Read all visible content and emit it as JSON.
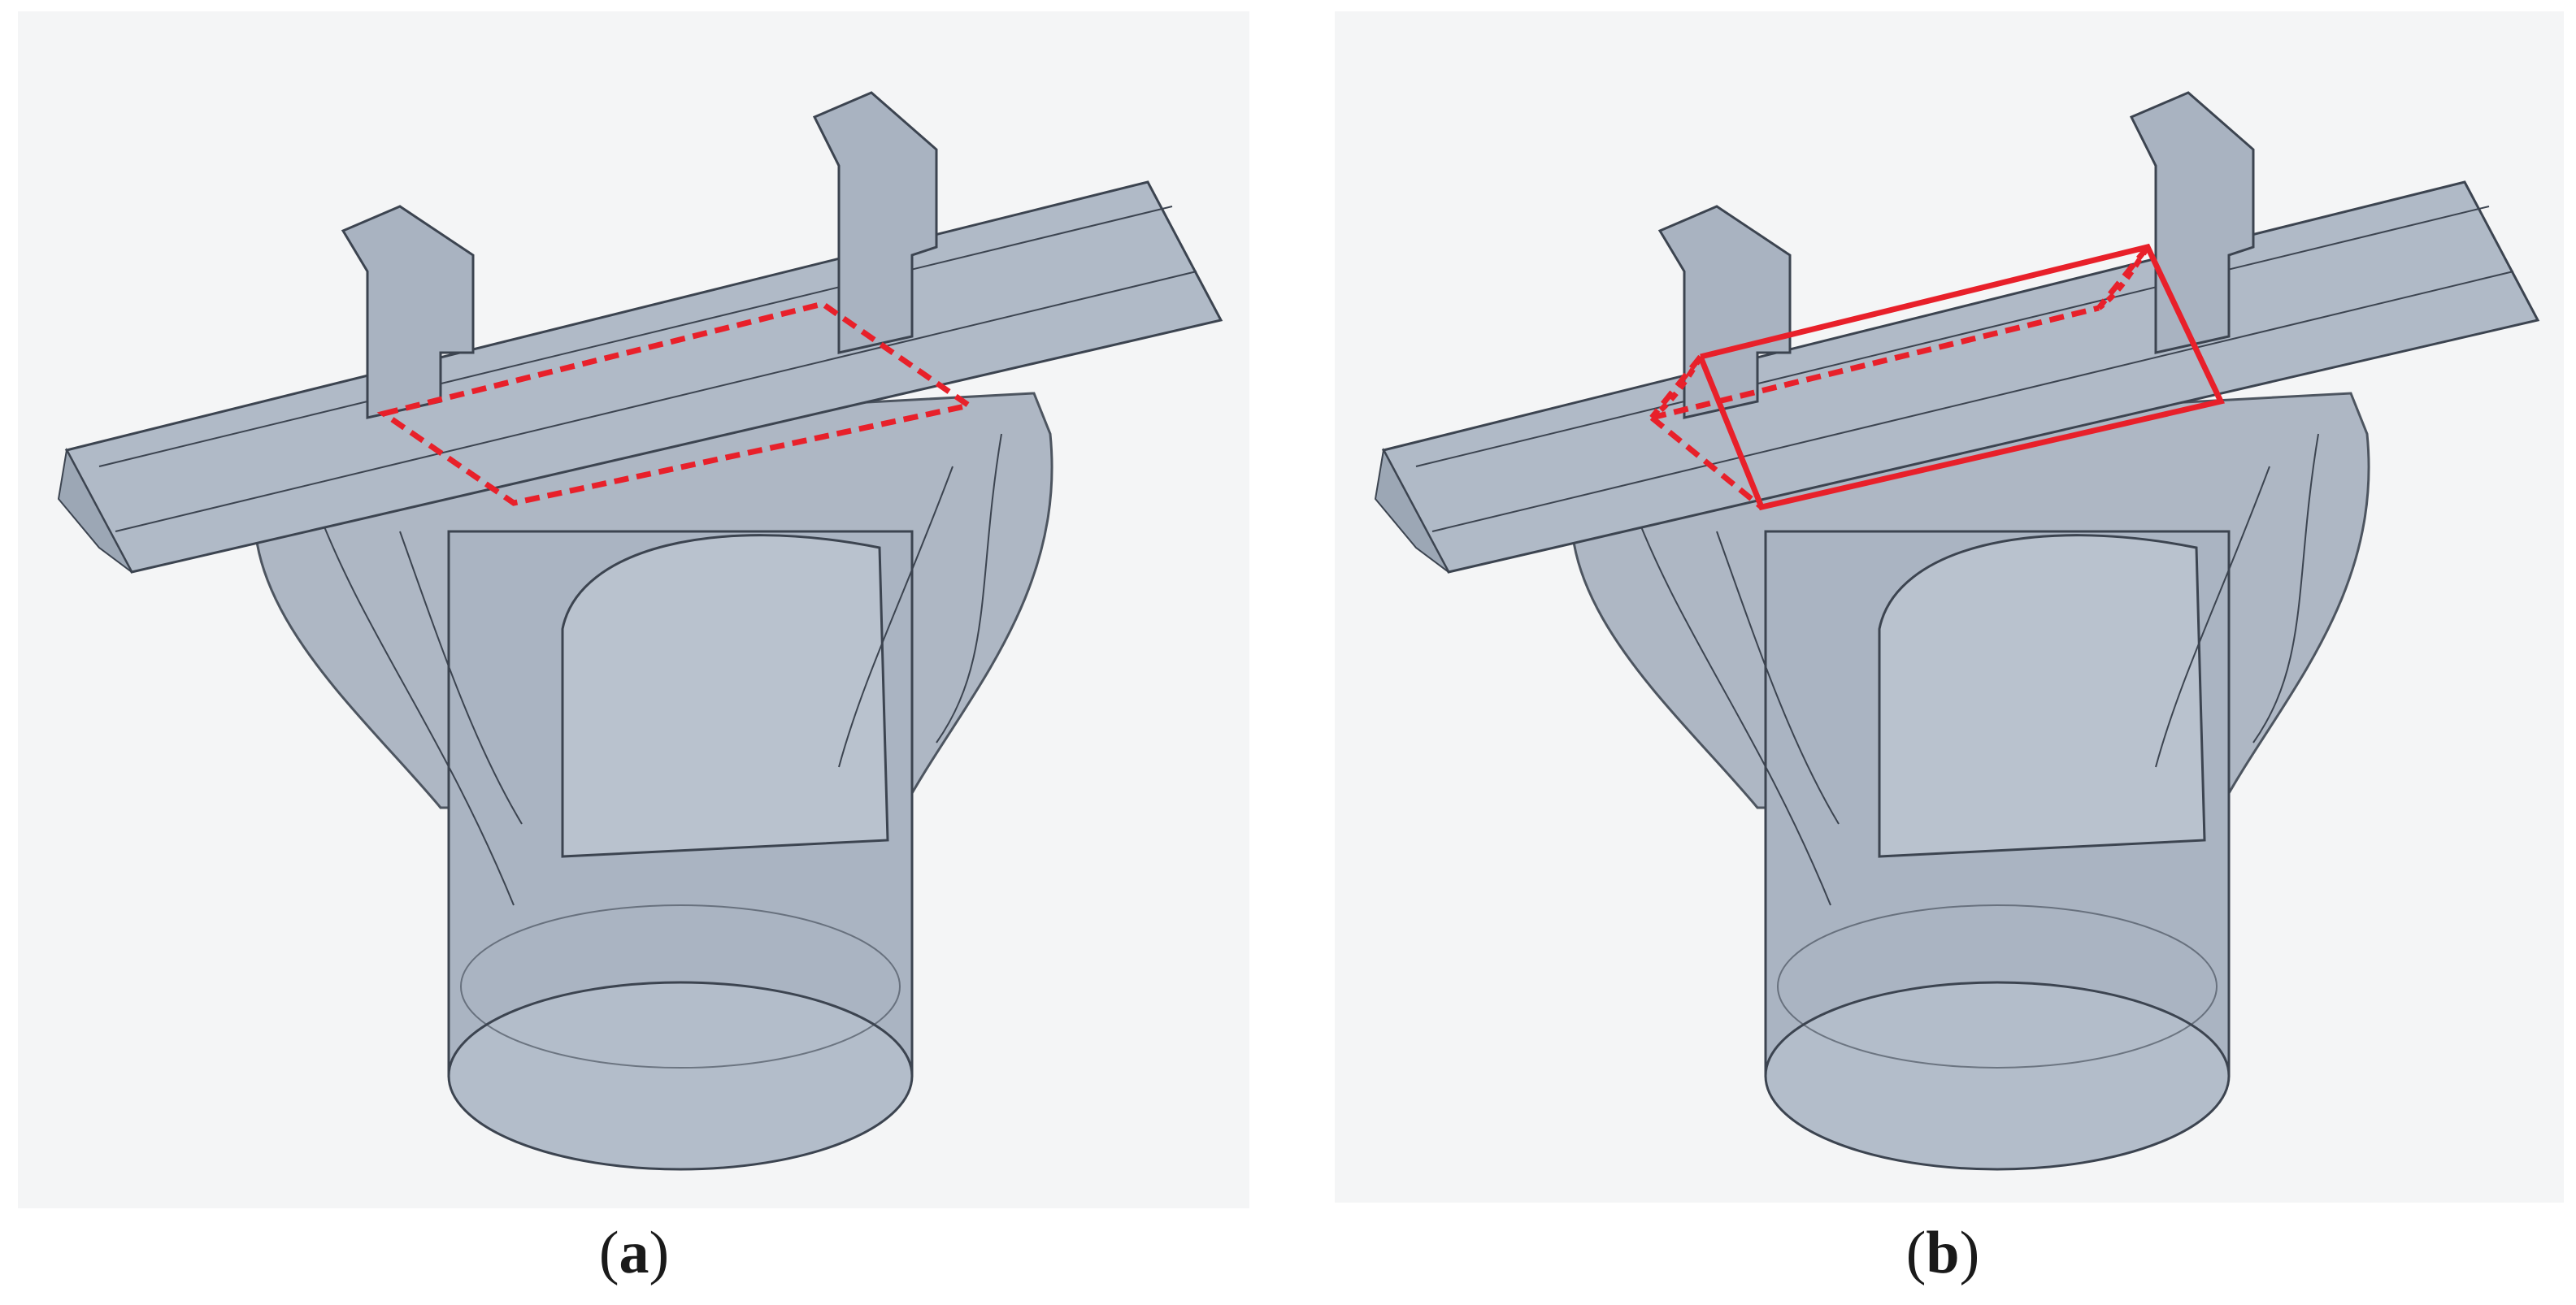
{
  "figure": {
    "panels": [
      {
        "id": "a",
        "label": "a",
        "highlight": "flat-rectangular-region"
      },
      {
        "id": "b",
        "label": "b",
        "highlight": "prismatic-volume-region"
      }
    ]
  },
  "colors": {
    "background": "#f4f5f6",
    "body_fill": "#aeb8c5",
    "body_dark": "#97a2b1",
    "body_light": "#c3ccd6",
    "edge": "#3c4450",
    "highlight": "#e8202a"
  }
}
